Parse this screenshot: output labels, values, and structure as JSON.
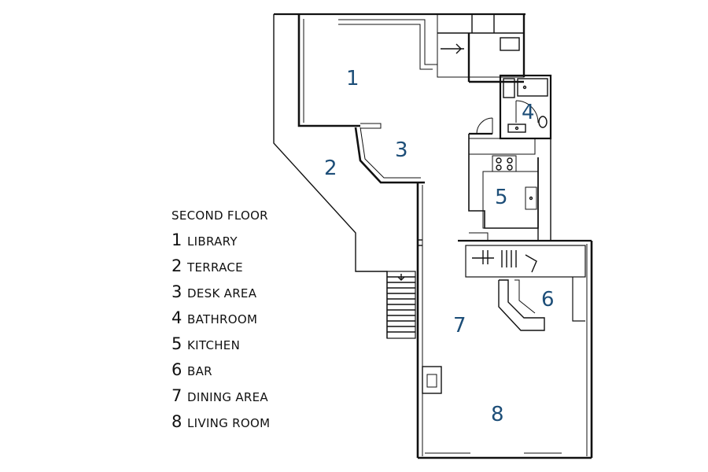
{
  "legend": {
    "title": "SECOND FLOOR",
    "items": [
      {
        "number": "1",
        "label": "LIBRARY"
      },
      {
        "number": "2",
        "label": "TERRACE"
      },
      {
        "number": "3",
        "label": "DESK AREA"
      },
      {
        "number": "4",
        "label": "BATHROOM"
      },
      {
        "number": "5",
        "label": "KITCHEN"
      },
      {
        "number": "6",
        "label": "BAR"
      },
      {
        "number": "7",
        "label": "DINING AREA"
      },
      {
        "number": "8",
        "label": "LIVING ROOM"
      }
    ]
  },
  "plan_labels": [
    "1",
    "2",
    "3",
    "4",
    "5",
    "6",
    "7",
    "8"
  ],
  "colors": {
    "label": "#1d4e78",
    "wall": "#111111"
  }
}
